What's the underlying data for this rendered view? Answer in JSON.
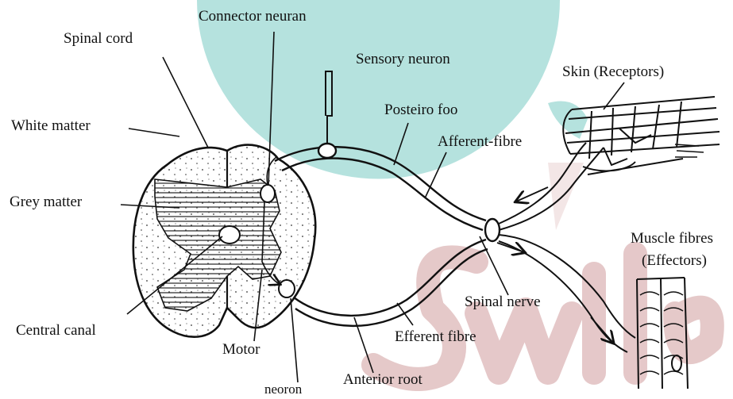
{
  "labels": {
    "spinal_cord": "Spinal cord",
    "connector_neuron": "Connector neuran",
    "sensory_neuron": "Sensory neuron",
    "skin": "Skin (Receptors)",
    "white_matter": "White matter",
    "posterior_root": "Posteiro foo",
    "afferent_fibre": "Afferent-fibre",
    "grey_matter": "Grey matter",
    "muscle_fibres": "Muscle fibres",
    "effectors": "(Effectors)",
    "spinal_nerve": "Spinal nerve",
    "central_canal": "Central canal",
    "efferent_fibre": "Efferent fibre",
    "motor": "Motor",
    "anterior_root": "Anterior root",
    "neuron": "neoron"
  },
  "watermark": {
    "teal": "#a8ddd8",
    "mauve": "#d6a9aa"
  }
}
